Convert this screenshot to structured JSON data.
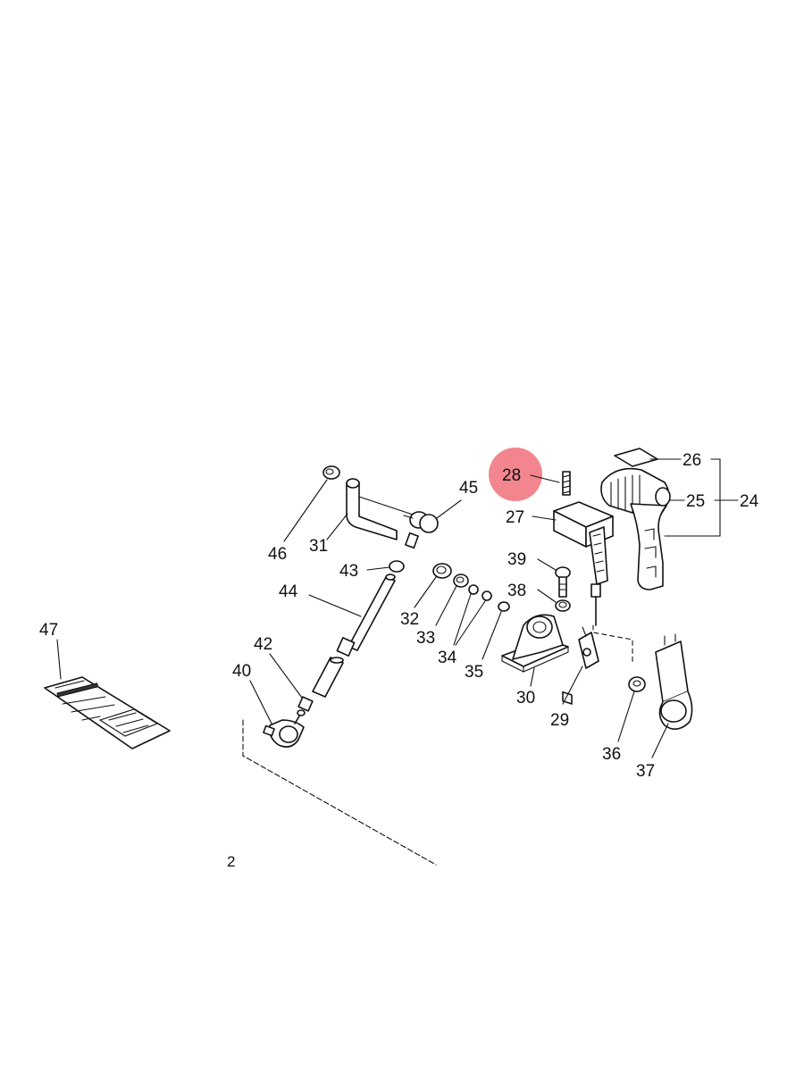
{
  "highlight_color": "#f0707a",
  "labels": {
    "p24": "24",
    "p25": "25",
    "p26": "26",
    "p27": "27",
    "p28": "28",
    "p29": "29",
    "p30": "30",
    "p31": "31",
    "p32": "32",
    "p33": "33",
    "p34": "34",
    "p35": "35",
    "p36": "36",
    "p37": "37",
    "p38": "38",
    "p39": "39",
    "p40": "40",
    "p42": "42",
    "p43": "43",
    "p44": "44",
    "p45": "45",
    "p46": "46",
    "p47": "47",
    "page": "2"
  }
}
